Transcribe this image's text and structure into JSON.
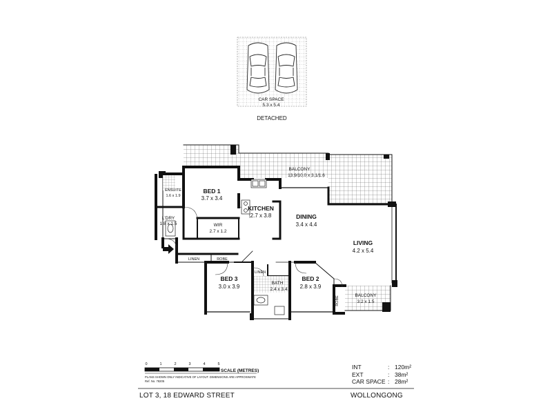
{
  "garage": {
    "label": "CAR SPACE",
    "dims": "5.3 x 5.4",
    "type": "DETACHED"
  },
  "rooms": {
    "balcony_main": {
      "name": "BALCONY",
      "dims": "13.9/10.0 x 3.1/1.6"
    },
    "bed1": {
      "name": "BED 1",
      "dims": "3.7 x 3.4"
    },
    "ensuite": {
      "name": "ENSUITE",
      "dims": "1.6 x 1.9"
    },
    "laundry": {
      "name": "L'DRY",
      "dims": "1.8 x 1.5"
    },
    "wir": {
      "name": "WIR",
      "dims": "2.7 x 1.2"
    },
    "kitchen": {
      "name": "KITCHEN",
      "dims": "2.7 x 3.8"
    },
    "dining": {
      "name": "DINING",
      "dims": "3.4 x 4.4"
    },
    "living": {
      "name": "LIVING",
      "dims": "4.2 x 5.4"
    },
    "bed3": {
      "name": "BED 3",
      "dims": "3.0 x 3.9"
    },
    "bed2": {
      "name": "BED 2",
      "dims": "2.8 x 3.9"
    },
    "bath": {
      "name": "BATH",
      "dims": "2.4 x 3.4"
    },
    "balcony_small": {
      "name": "BALCONY",
      "dims": "3.2 x 1.5"
    },
    "linen1": "LINEN",
    "linen2": "LINEN",
    "robe1": "ROBE",
    "robe2": "ROBE"
  },
  "scale": {
    "label": "SCALE (METRES)",
    "ticks": [
      "0",
      "1",
      "2",
      "3",
      "4",
      "5"
    ],
    "disclaimer": "PLANS SHOWN ONLY INDICATIVE OF LAYOUT.  DIMENSIONS ARE APPROXIMATE",
    "ref": "Ref. No. 78205"
  },
  "areas": [
    {
      "key": "INT",
      "value": "120m²"
    },
    {
      "key": "EXT",
      "value": "38m²"
    },
    {
      "key": "CAR SPACE",
      "value": "28m²"
    }
  ],
  "footer": {
    "address": "LOT 3, 18 EDWARD STREET",
    "suburb": "WOLLONGONG"
  }
}
